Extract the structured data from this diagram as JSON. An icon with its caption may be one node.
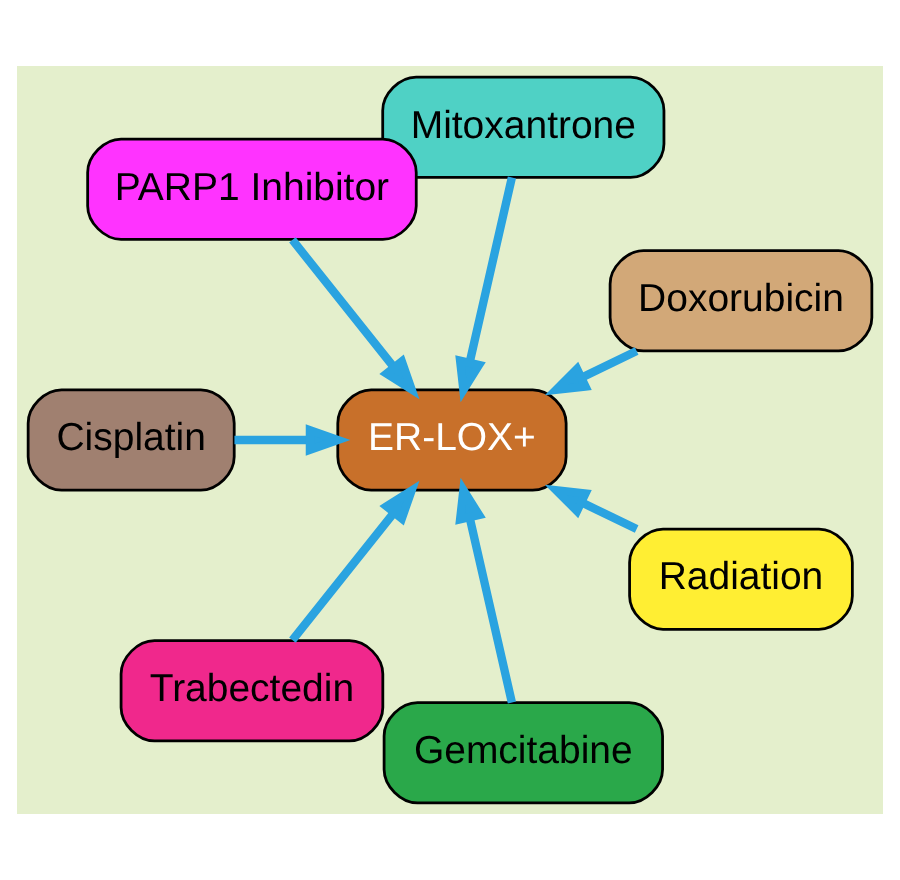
{
  "diagram": {
    "nodes": [
      {
        "text": [
          "ER-LOX+"
        ]
      },
      {
        "text": [
          "Doxorubicin"
        ]
      },
      {
        "text": [
          "Mitoxantrone"
        ]
      },
      {
        "text": [
          "PARP1 Inhibitor"
        ]
      },
      {
        "text": [
          "Cisplatin"
        ]
      },
      {
        "text": [
          "Trabectedin"
        ]
      },
      {
        "text": [
          "Gemcitabine"
        ]
      },
      {
        "text": [
          "Radiation"
        ]
      }
    ],
    "edges": [
      {
        "from": 1,
        "to": 0,
        "arrow": "to"
      },
      {
        "from": 2,
        "to": 0,
        "arrow": "to"
      },
      {
        "from": 3,
        "to": 0,
        "arrow": "to"
      },
      {
        "from": 4,
        "to": 0,
        "arrow": "to"
      },
      {
        "from": 5,
        "to": 0,
        "arrow": "to"
      },
      {
        "from": 6,
        "to": 0,
        "arrow": "to"
      },
      {
        "from": 7,
        "to": 0,
        "arrow": "to"
      }
    ]
  }
}
